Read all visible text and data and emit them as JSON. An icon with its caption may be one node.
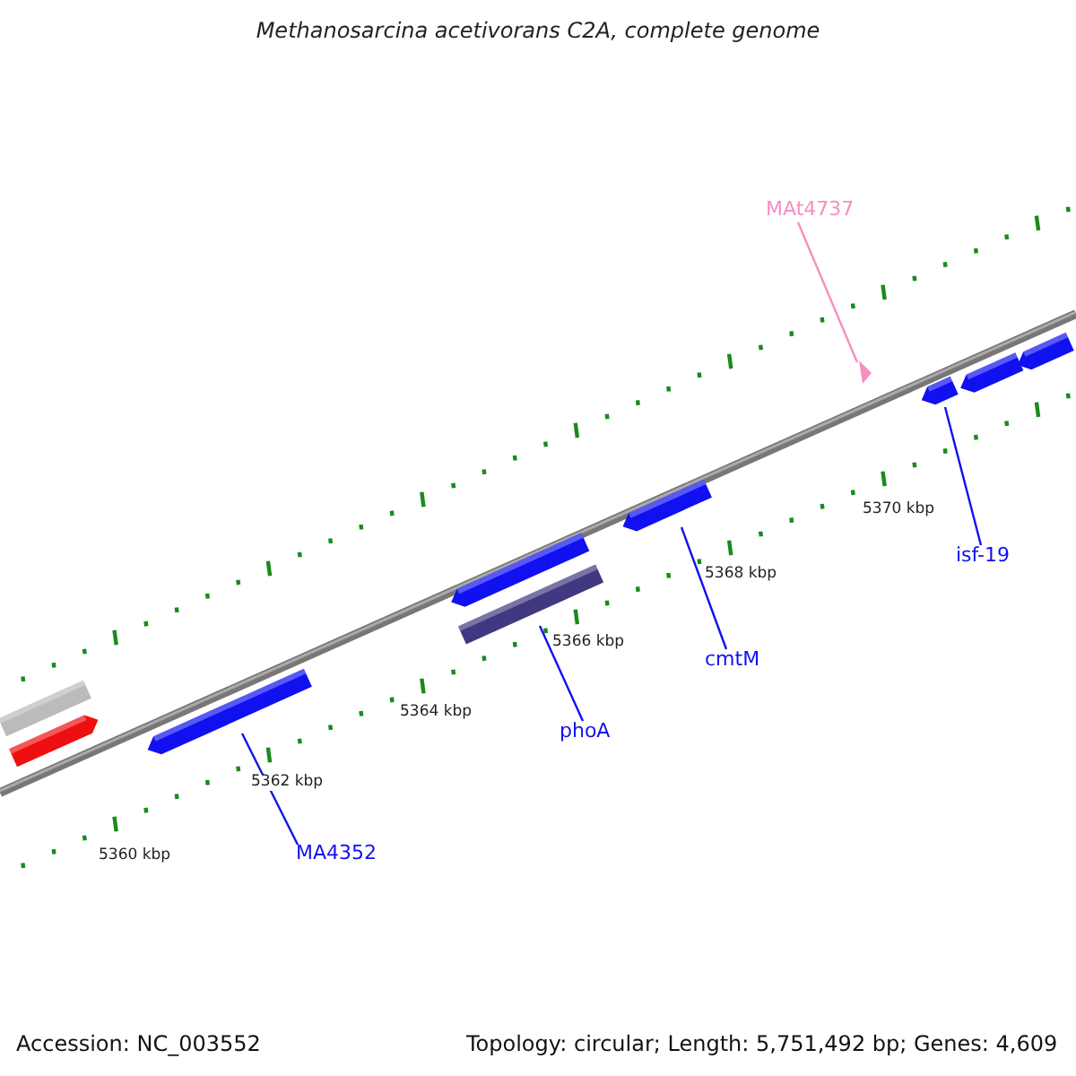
{
  "diagram": {
    "title": "Methanosarcina acetivorans C2A, complete genome",
    "nodes": [
      {
        "text": [
          "MAt4737"
        ]
      },
      {
        "text": [],
        "shape": "triangle"
      },
      {
        "text": [],
        "shape": "arrow"
      },
      {
        "text": [],
        "shape": "arrow"
      },
      {
        "text": [],
        "shape": "arrow"
      },
      {
        "text": [
          "isf-19"
        ]
      },
      {
        "text": [],
        "shape": "arrow"
      },
      {
        "text": [],
        "shape": "arrow"
      },
      {
        "text": [],
        "shape": "bar"
      },
      {
        "text": [
          "cmtM"
        ]
      },
      {
        "text": [],
        "shape": "bar"
      },
      {
        "text": [],
        "shape": "arrow"
      },
      {
        "text": [],
        "shape": "arrow"
      },
      {
        "text": [
          "phoA"
        ]
      },
      {
        "text": [
          "MA4352"
        ]
      }
    ],
    "edges": [
      {
        "from": 0,
        "to": 1,
        "arrow": "none",
        "color": "#f48fc0"
      },
      {
        "from": 5,
        "to": 2,
        "arrow": "none"
      },
      {
        "from": 9,
        "to": 6,
        "arrow": "none"
      },
      {
        "from": 13,
        "to": 8,
        "arrow": "none"
      },
      {
        "from": 14,
        "to": 11,
        "arrow": "none"
      }
    ],
    "labels": [
      "5370 kbp",
      "5368 kbp",
      "5366 kbp",
      "5364 kbp",
      "5362 kbp",
      "5360 kbp",
      "Accession: NC_003552",
      "Topology: circular; Length: 5,751,492 bp; Genes: 4,609"
    ]
  }
}
